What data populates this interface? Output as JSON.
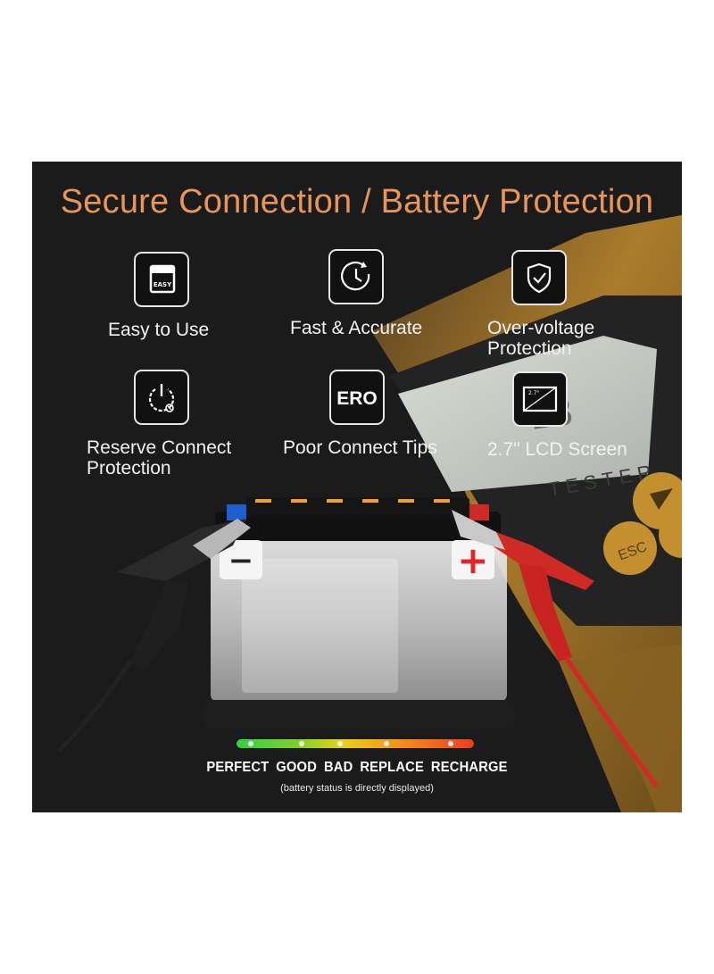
{
  "title": "Secure Connection / Battery Protection",
  "features": [
    {
      "label": "Easy to Use",
      "icon": "easy-box-icon",
      "icon_text": "EASY"
    },
    {
      "label": "Fast & Accurate",
      "icon": "clock-icon"
    },
    {
      "label": "Over-voltage\nProtection",
      "icon": "shield-check-icon"
    },
    {
      "label": "Reserve Connect\nProtection",
      "icon": "power-icon"
    },
    {
      "label": "Poor Connect Tips",
      "icon": "error-code-icon",
      "icon_text": "ERO"
    },
    {
      "label": "2.7\" LCD Screen",
      "icon": "lcd-screen-icon",
      "icon_text": "2.7\""
    }
  ],
  "device": {
    "esc_label": "ESC",
    "brand_text": "TESTER"
  },
  "battery": {
    "negative_sign": "−",
    "positive_sign": "+"
  },
  "status": {
    "labels": [
      "PERFECT",
      "GOOD",
      "BAD",
      "REPLACE",
      "RECHARGE"
    ],
    "levels_line": "PERFECT GOOD BAD REPLACE RECHARGE",
    "note": "(battery status is directly displayed)"
  },
  "colors": {
    "title_orange": "#e8955a",
    "background": "#1b1b1b",
    "device_body": "#b9862f",
    "clip_red": "#e0242a",
    "clip_black": "#2a2a2a"
  }
}
